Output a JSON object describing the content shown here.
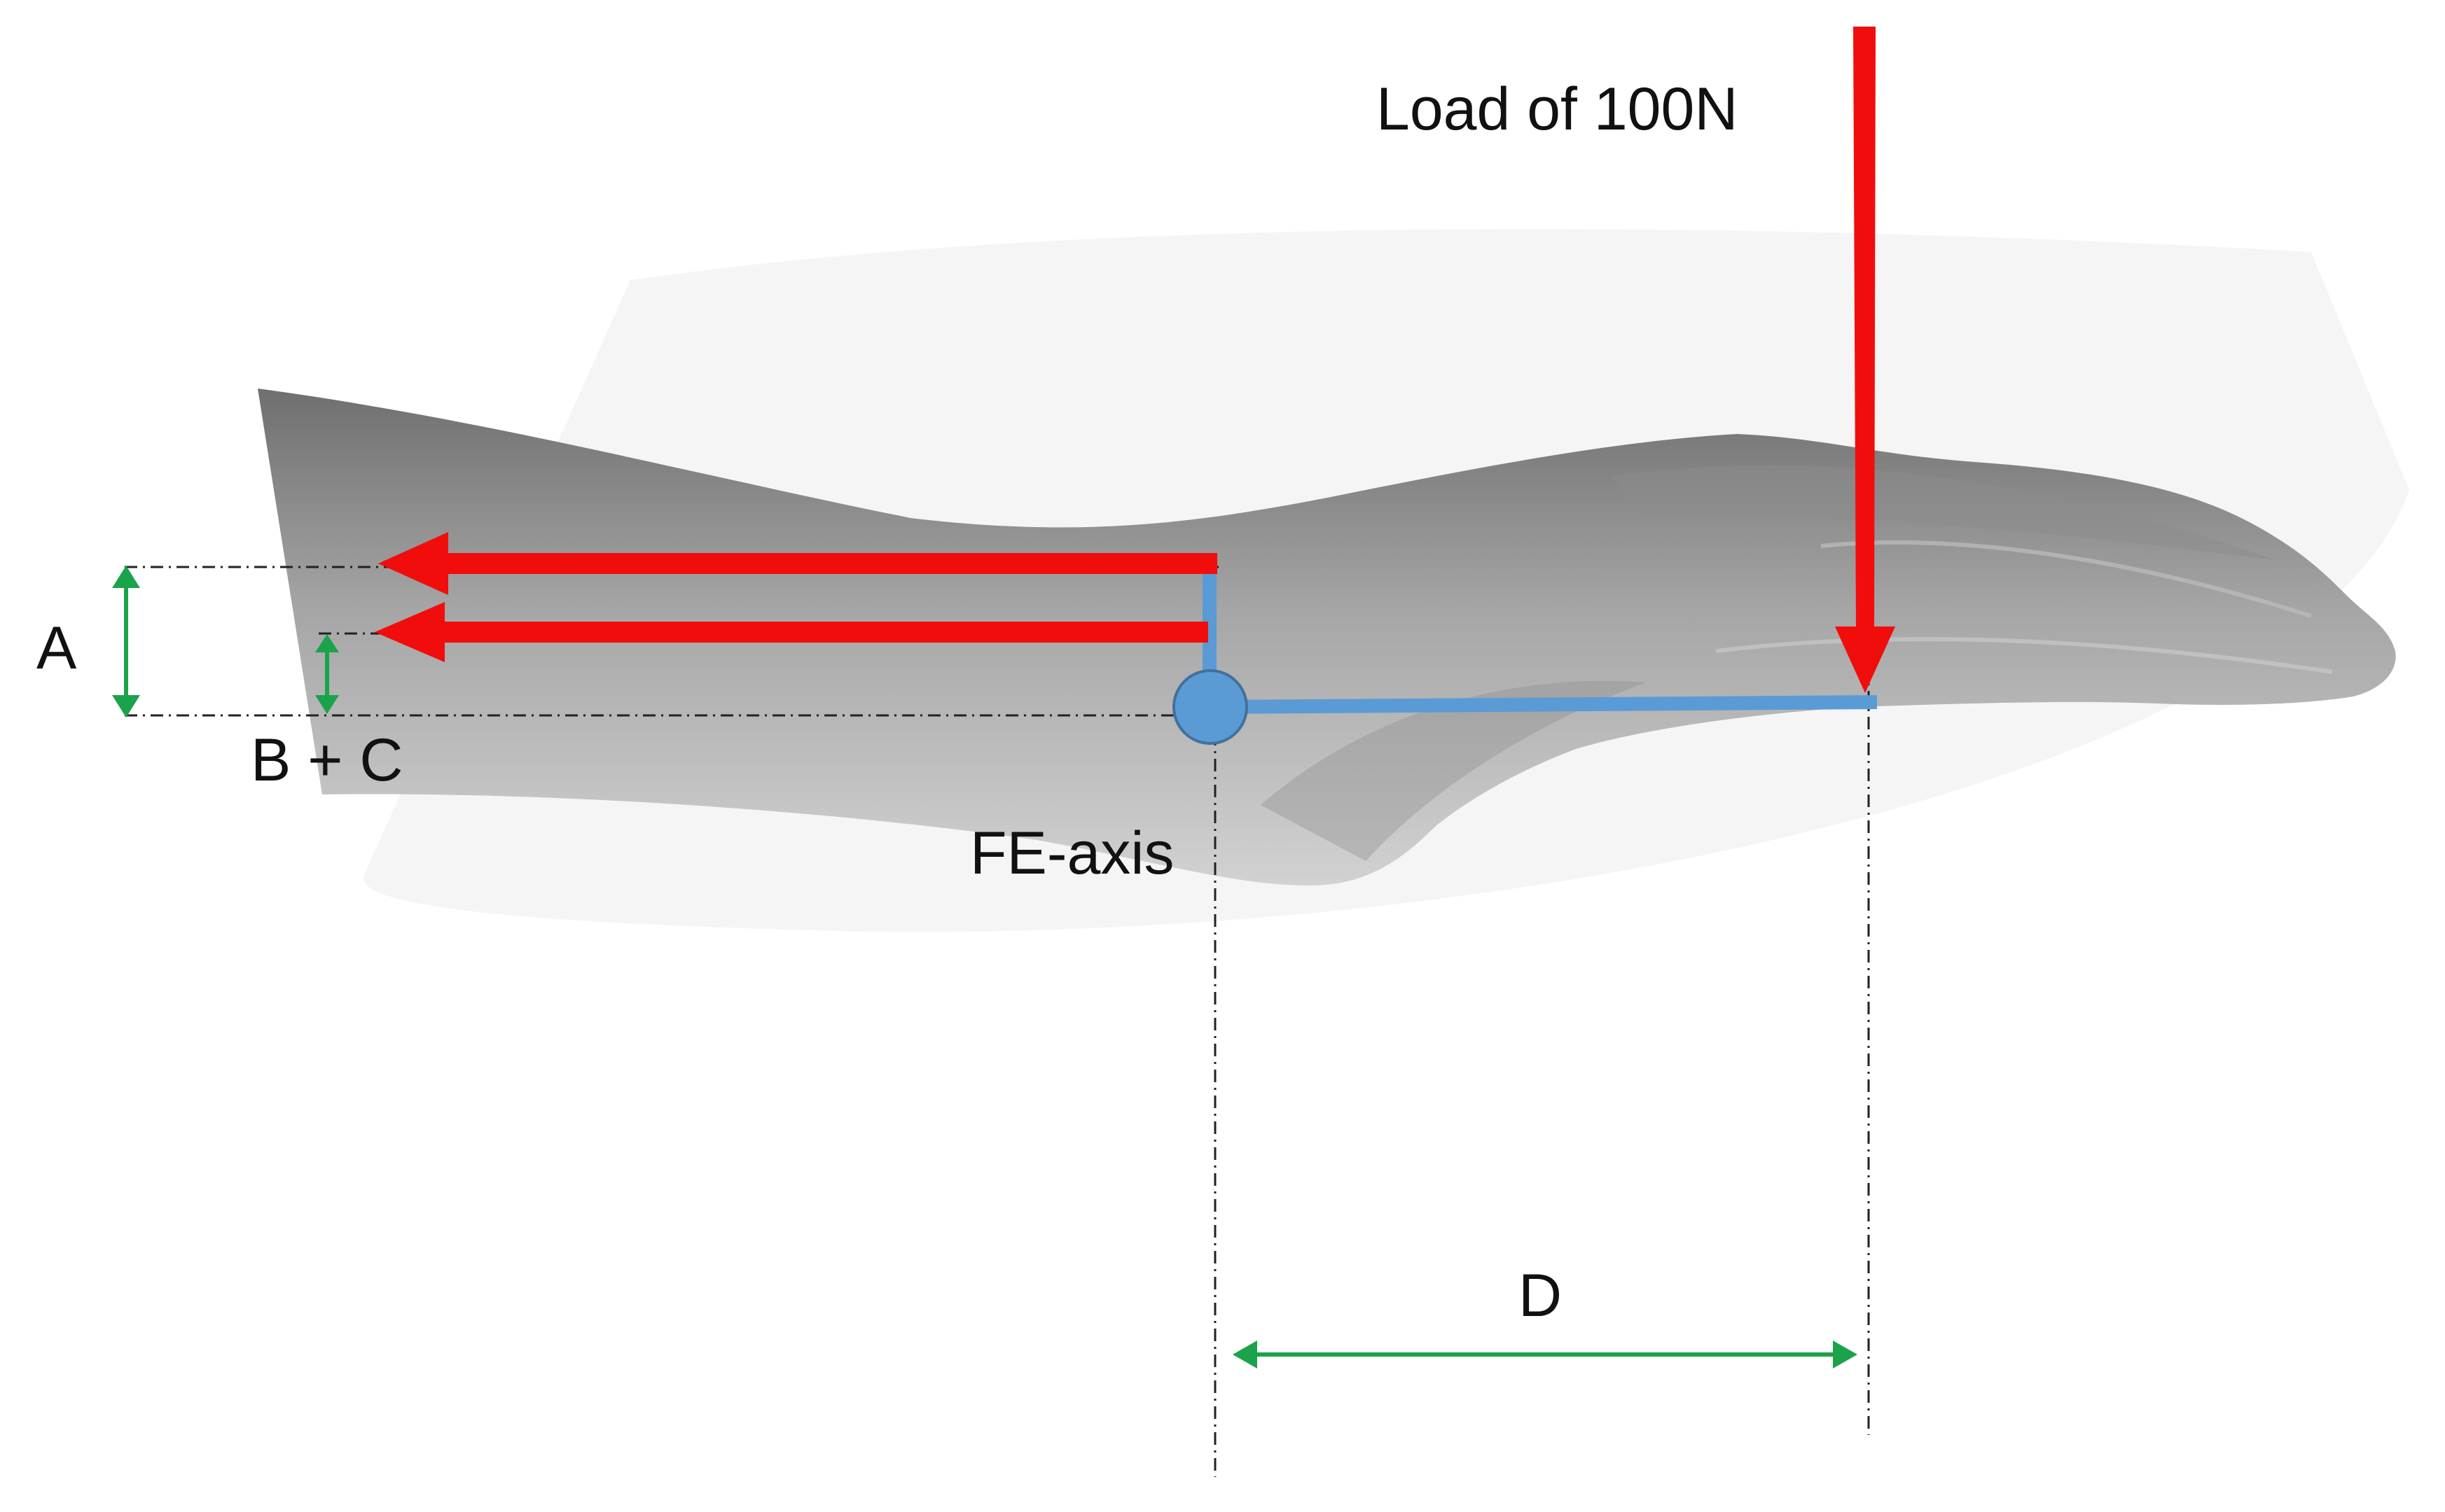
{
  "diagram": {
    "labels": {
      "load": "Load of 100N",
      "axis": "FE-axis",
      "a": "A",
      "bc": "B + C",
      "d": "D"
    },
    "colors": {
      "force_arrow": "#f20d0d",
      "lever_arm": "#5b9bd5",
      "joint_fill": "#5b9bd5",
      "joint_stroke": "#41719c",
      "dimension": "#1aa34a",
      "guide_line": "#222222",
      "limb_shade": "#9a9a9a"
    },
    "elements": {
      "muscle_force_arrows": 2,
      "applied_load_arrow": 1,
      "dimension_arrows": [
        "A",
        "B + C",
        "D"
      ]
    }
  }
}
